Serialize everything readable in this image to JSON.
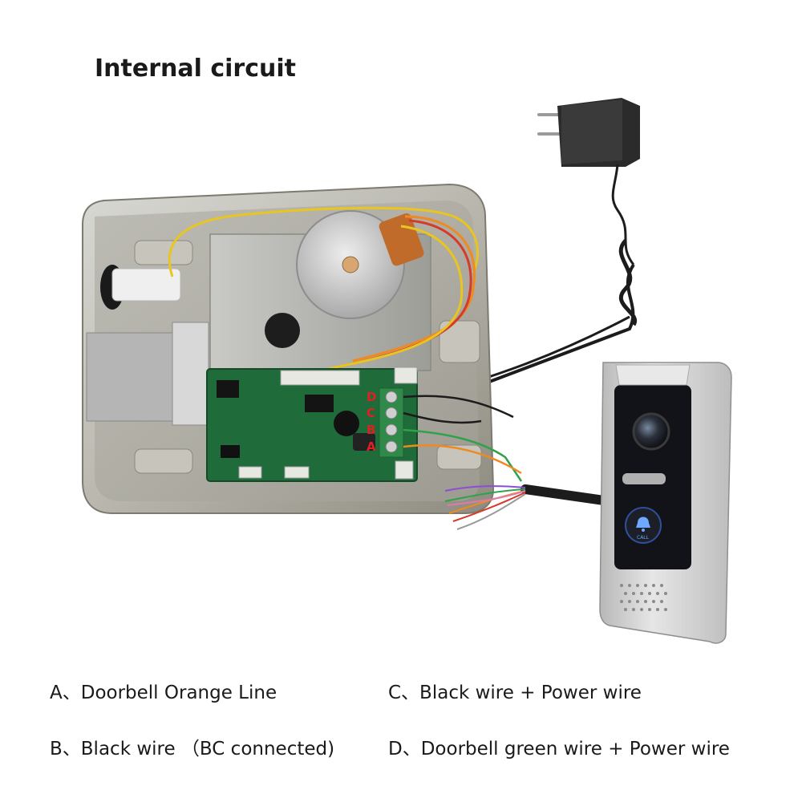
{
  "title": "Internal circuit",
  "terminal_labels": [
    "D",
    "C",
    "B",
    "A"
  ],
  "doorbell_button_text": "CALL",
  "legend": {
    "a": "A、Doorbell Orange Line",
    "b": "B、Black wire （BC connected)",
    "c": "C、Black wire + Power wire",
    "d": "D、Doorbell green wire + Power wire"
  },
  "colors": {
    "pcb": "#1f6b3a",
    "terminal": "#2f8a4a",
    "label_red": "#e02020",
    "wire_orange": "#ef8a22",
    "wire_green": "#2fa24a",
    "wire_yellow": "#e8c520"
  },
  "icons": [
    "power-adapter-icon",
    "door-lock-icon",
    "doorbell-camera-icon",
    "bell-icon"
  ]
}
